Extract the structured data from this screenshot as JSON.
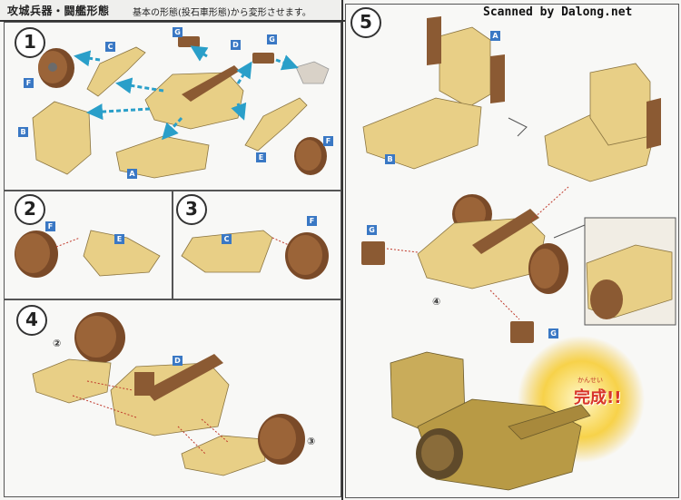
{
  "header": {
    "title": "攻城兵器・闘艦形態",
    "description": "基本の形態(投石車形態)から変形させます。"
  },
  "credit": "Scanned by Dalong.net",
  "steps": {
    "s1": "1",
    "s2": "2",
    "s3": "3",
    "s4": "4",
    "s5": "5"
  },
  "part_labels": {
    "A": "A",
    "B": "B",
    "C": "C",
    "D": "D",
    "E": "E",
    "F": "F",
    "G": "G"
  },
  "callouts": {
    "ref2": "②",
    "ref3": "③",
    "ref4": "④"
  },
  "complete_text": "完成!!",
  "complete_ruby": "かんせい",
  "colors": {
    "part_yellow": "#e8cf86",
    "part_brown": "#8b5a33",
    "label_blue": "#3a78c4",
    "arrow_blue": "#2a9fc9",
    "burst_yellow": "#f2c230"
  }
}
